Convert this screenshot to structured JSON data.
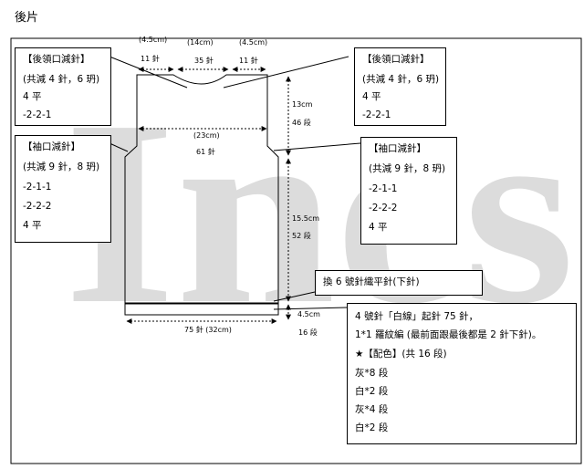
{
  "page_title": "後片",
  "watermark": "Ines",
  "top_measure": {
    "left_cm": "(4.5cm)",
    "center_cm": "(14cm)",
    "right_cm": "(4.5cm)",
    "left_stitches": "11 針",
    "center_stitches": "35 針",
    "right_stitches": "11 針"
  },
  "chest_cm": "(23cm)",
  "chest_stitches": "61 針",
  "right_measure": {
    "armhole_cm": "13cm",
    "armhole_rows": "46 段",
    "body_cm": "15.5cm",
    "body_rows": "52 段",
    "rib_cm": "4.5cm",
    "rib_rows": "16 段"
  },
  "bottom_measure": "75 針  (32cm)",
  "neck_box_left": {
    "title": "【後領口減針】",
    "lines": [
      "(共減 4 針，6 玬)",
      "4 平",
      "-2-2-1"
    ]
  },
  "neck_box_right": {
    "title": "【後領口減針】",
    "lines": [
      "(共減 4 針，6 玬)",
      "4 平",
      "-2-2-1"
    ]
  },
  "sleeve_box_left": {
    "title": "【袖口減針】",
    "lines": [
      "(共減 9 針，8 玬)",
      "-2-1-1",
      "-2-2-2",
      "4 平"
    ]
  },
  "sleeve_box_right": {
    "title": "【袖口減針】",
    "lines": [
      "(共減 9 針，8 玬)",
      "-2-1-1",
      "-2-2-2",
      "4 平"
    ]
  },
  "needle_change": "換 6 號針織平針(下針)",
  "rib_instructions": {
    "lines": [
      "4 號針「白線」起針 75 針，",
      "1*1 羅紋編 (最前面跟最後都是 2 針下針)。",
      "★【配色】(共 16 段)",
      "灰*8 段",
      "白*2 段",
      "灰*4 段",
      "白*2 段"
    ]
  }
}
